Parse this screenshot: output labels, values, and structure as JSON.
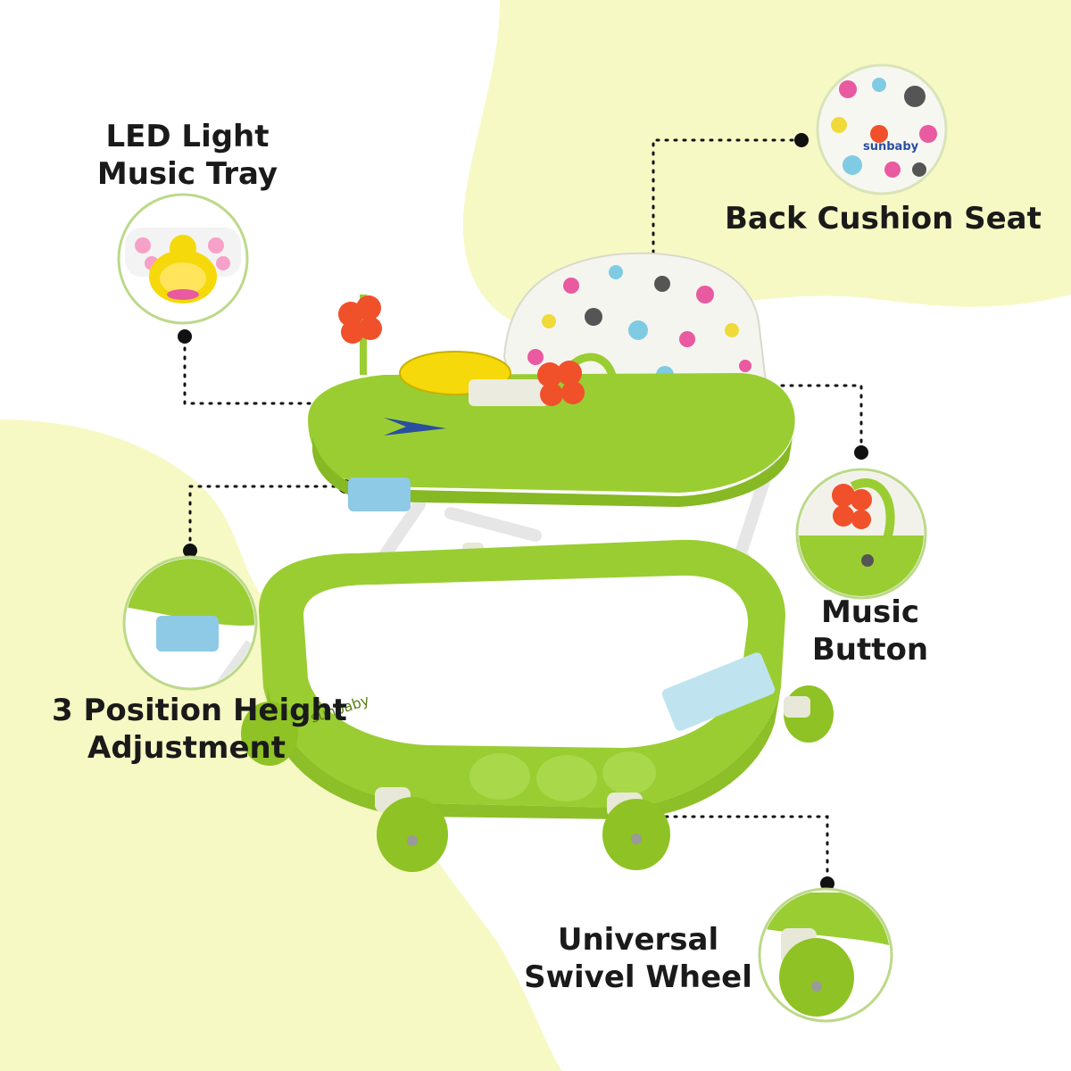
{
  "features": {
    "led_tray": {
      "line1": "LED Light",
      "line2": "Music Tray"
    },
    "back_cushion": {
      "line1": "Back Cushion Seat"
    },
    "music_button": {
      "line1": "Music",
      "line2": "Button"
    },
    "height_adjust": {
      "line1": "3 Position Height",
      "line2": "Adjustment"
    },
    "swivel_wheel": {
      "line1": "Universal",
      "line2": "Swivel Wheel"
    }
  },
  "brand_text": "sunbaby",
  "colors": {
    "background_blob": "#f7f9c4",
    "walker_green": "#9acd32",
    "walker_green_dark": "#6b9c1a",
    "seat_fabric": "#f5f5f0",
    "tray_yellow": "#f5d90a",
    "toy_red": "#f0502a",
    "frame_white": "#eeeeee",
    "bumper_blue": "#8ec9e6",
    "callout_dot": "#111111"
  },
  "icons": [
    "dotted-leader-line",
    "callout-dot",
    "zoom-circle"
  ]
}
